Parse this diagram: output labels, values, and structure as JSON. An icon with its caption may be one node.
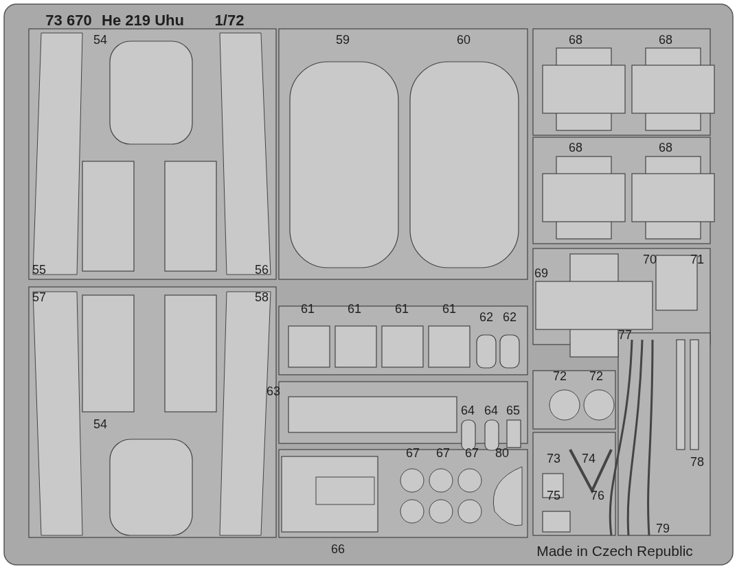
{
  "diagram": {
    "labels": [
      "73 670",
      "He 219 Uhu",
      "1/72",
      "54",
      "59",
      "60",
      "68",
      "68",
      "68",
      "68",
      "55",
      "56",
      "70",
      "69",
      "71",
      "57",
      "58",
      "61",
      "61",
      "61",
      "61",
      "62",
      "62",
      "77",
      "72",
      "72",
      "63",
      "64",
      "64",
      "65",
      "54",
      "67",
      "67",
      "67",
      "80",
      "73",
      "74",
      "78",
      "75",
      "76",
      "79",
      "66",
      "Made in Czech Republic"
    ]
  }
}
